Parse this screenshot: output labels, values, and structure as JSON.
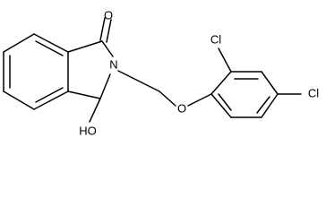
{
  "molecule": {
    "atoms": {
      "o_carbonyl": "O",
      "n_ring": "N",
      "o_ether": "O",
      "oh": "HO",
      "cl_ortho": "Cl",
      "cl_para": "Cl"
    }
  },
  "colors": {
    "ink": "#000000",
    "background": "#ffffff"
  }
}
